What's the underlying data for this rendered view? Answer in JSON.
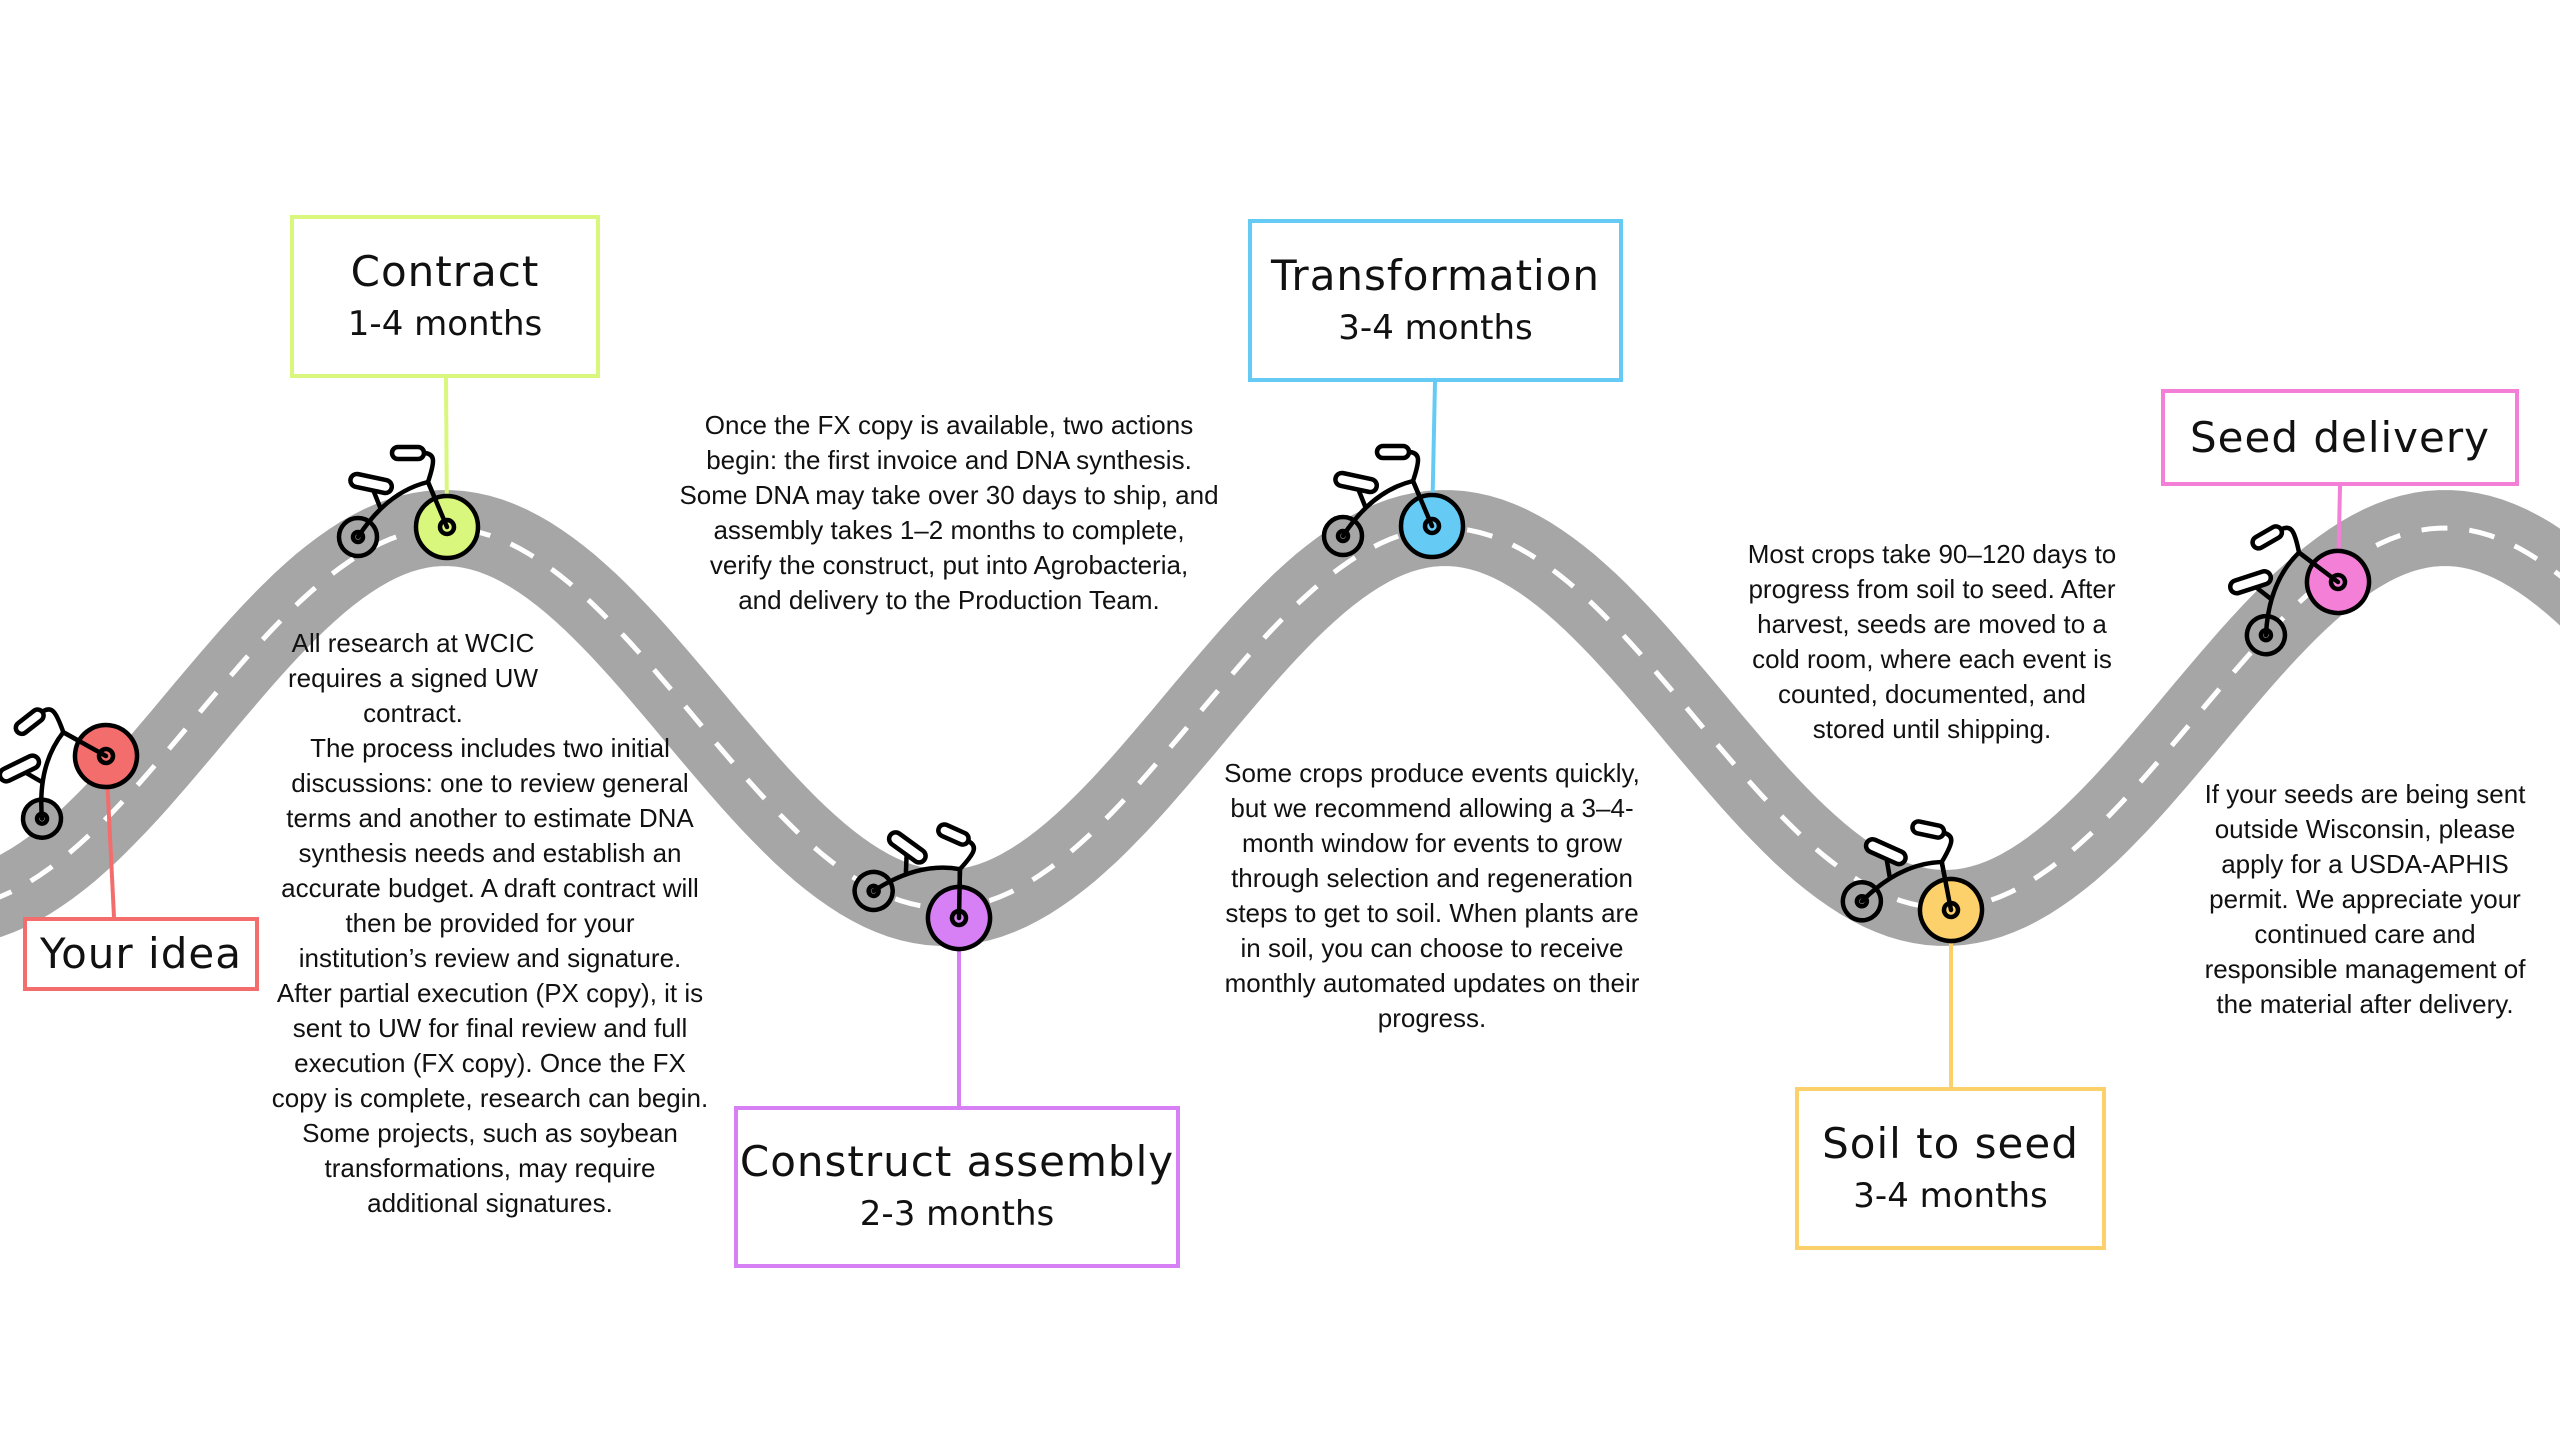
{
  "colors": {
    "road": "#a6a6a6",
    "dash": "#ffffff",
    "idea": "#f46d6d",
    "contract": "#d8f77c",
    "construct": "#d77ff4",
    "transformation": "#66cbf4",
    "soil": "#fcd16b",
    "seed": "#f47fd6"
  },
  "stages": [
    {
      "key": "idea",
      "title": "Your idea",
      "duration": ""
    },
    {
      "key": "contract",
      "title": "Contract",
      "duration": "1-4 months"
    },
    {
      "key": "construct",
      "title": "Construct assembly",
      "duration": "2-3 months"
    },
    {
      "key": "transformation",
      "title": "Transformation",
      "duration": "3-4 months"
    },
    {
      "key": "soil",
      "title": "Soil to seed",
      "duration": "3-4 months"
    },
    {
      "key": "seed",
      "title": "Seed delivery",
      "duration": ""
    }
  ],
  "descriptions": {
    "contract_intro": [
      "All research at WCIC",
      "requires a signed UW",
      "contract."
    ],
    "contract": [
      "The process includes two initial",
      "discussions: one to review general",
      "terms and another to estimate DNA",
      "synthesis needs and establish an",
      "accurate budget. A draft contract will",
      "then be provided for your",
      "institution’s review and signature.",
      "After partial execution (PX copy), it is",
      "sent to UW for final review and full",
      "execution (FX copy). Once the FX",
      "copy is complete, research can begin.",
      "Some projects, such as soybean",
      "transformations, may require",
      "additional signatures."
    ],
    "construct": [
      "Once the FX copy is available, two actions",
      "begin: the first invoice and DNA synthesis.",
      "Some DNA may take over 30 days to ship, and",
      "assembly takes 1–2 months to complete,",
      "verify the construct, put into Agrobacteria,",
      "and delivery to the Production Team."
    ],
    "transformation": [
      "Some crops produce events quickly,",
      "but we recommend allowing a 3–4-",
      "month window for events to grow",
      "through selection and regeneration",
      "steps to get to soil. When plants are",
      "in soil, you can choose to receive",
      "monthly automated updates on their",
      "progress."
    ],
    "soil": [
      "Most crops take 90–120 days to",
      "progress from soil to seed. After",
      "harvest, seeds are moved to a",
      "cold room, where each event is",
      "counted, documented, and",
      "stored until shipping."
    ],
    "seed": [
      "If your seeds are being sent",
      "outside Wisconsin, please",
      "apply for a USDA-APHIS",
      "permit. We appreciate your",
      "continued care and",
      "responsible management of",
      "the material after delivery."
    ]
  }
}
